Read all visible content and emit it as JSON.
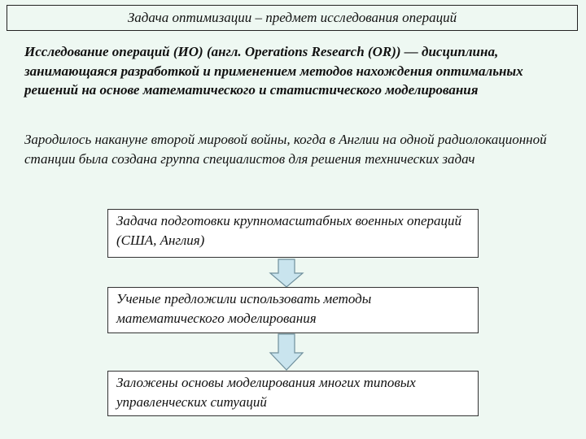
{
  "slide": {
    "title": "Задача оптимизации – предмет исследования операций",
    "paragraph1": "Исследование операций (ИО) (англ. Operations Research (OR)) — дисциплина, занимающаяся разработкой и применением методов нахождения оптимальных решений на основе математического и статистического моделирования",
    "paragraph2": "Зародилось накануне второй мировой войны, когда в Англии на одной радиолокационной станции была создана группа специалистов для решения технических задач"
  },
  "flow": {
    "step1": "Задача подготовки крупномасштабных военных операций (США, Англия)",
    "step2": "Ученые предложили использовать методы математического моделирования",
    "step3": "Заложены основы моделирования многих типовых управленческих ситуаций"
  },
  "colors": {
    "background": "#eef8f2",
    "arrow_fill": "#c9e4ee",
    "arrow_stroke": "#6f8f9c"
  }
}
